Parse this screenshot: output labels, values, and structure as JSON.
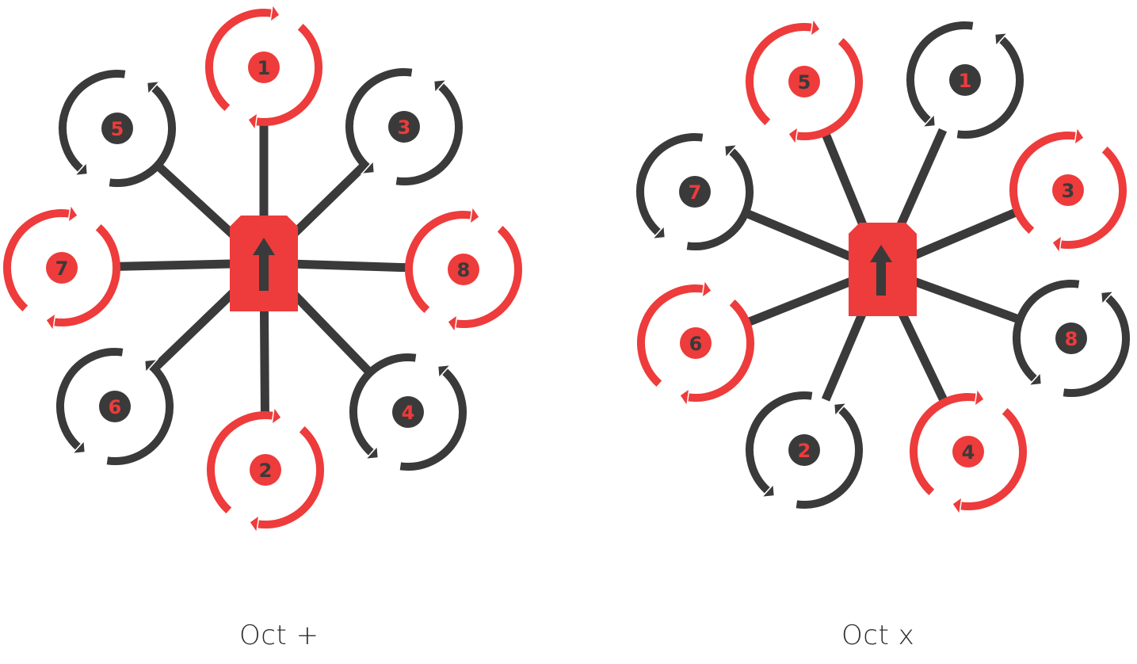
{
  "colors": {
    "red": "#ee3b3b",
    "dark": "#3a3a3a",
    "white": "#ffffff",
    "caption": "#2f2f2f"
  },
  "diagrams": [
    {
      "id": "oct-plus",
      "label": "Oct +",
      "motors": [
        {
          "number": "1",
          "color": "red",
          "spin": "cw"
        },
        {
          "number": "2",
          "color": "red",
          "spin": "cw"
        },
        {
          "number": "3",
          "color": "dark",
          "spin": "ccw"
        },
        {
          "number": "4",
          "color": "dark",
          "spin": "ccw"
        },
        {
          "number": "5",
          "color": "dark",
          "spin": "ccw"
        },
        {
          "number": "6",
          "color": "dark",
          "spin": "ccw"
        },
        {
          "number": "7",
          "color": "red",
          "spin": "cw"
        },
        {
          "number": "8",
          "color": "red",
          "spin": "cw"
        }
      ]
    },
    {
      "id": "oct-x",
      "label": "Oct x",
      "motors": [
        {
          "number": "1",
          "color": "dark",
          "spin": "ccw"
        },
        {
          "number": "2",
          "color": "dark",
          "spin": "ccw"
        },
        {
          "number": "3",
          "color": "red",
          "spin": "cw"
        },
        {
          "number": "4",
          "color": "red",
          "spin": "cw"
        },
        {
          "number": "5",
          "color": "red",
          "spin": "cw"
        },
        {
          "number": "6",
          "color": "red",
          "spin": "cw"
        },
        {
          "number": "7",
          "color": "dark",
          "spin": "ccw"
        },
        {
          "number": "8",
          "color": "dark",
          "spin": "ccw"
        }
      ]
    }
  ]
}
